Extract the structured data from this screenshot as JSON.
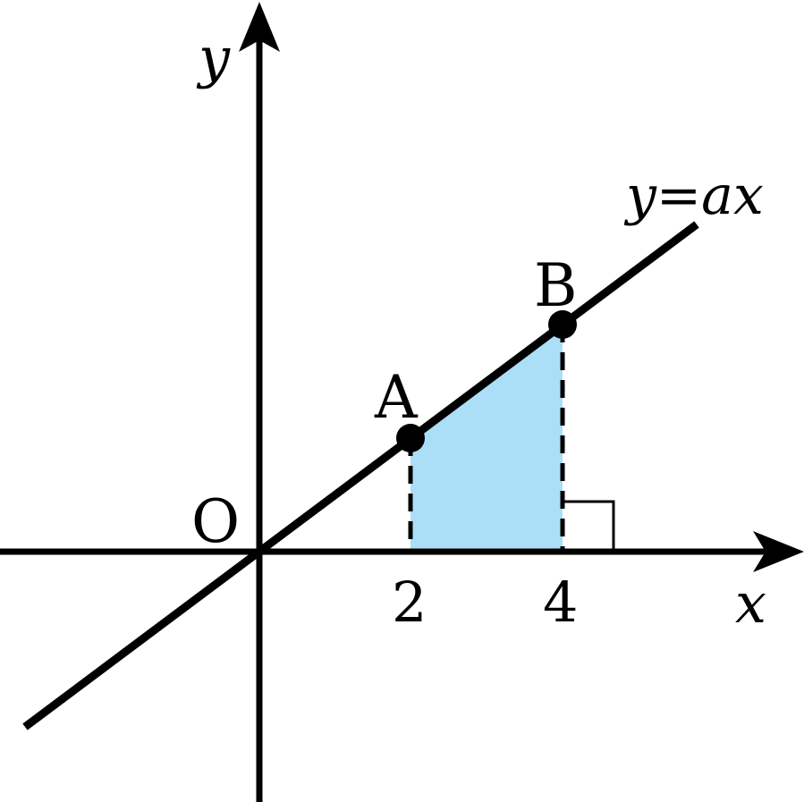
{
  "labels": {
    "y_axis": "y",
    "x_axis": "x",
    "origin": "O",
    "line": "y=ax",
    "point_a": "A",
    "point_b": "B",
    "tick_2": "2",
    "tick_4": "4"
  },
  "colors": {
    "stroke": "#000000",
    "shaded_region": "#abdff8",
    "background": "#ffffff"
  }
}
